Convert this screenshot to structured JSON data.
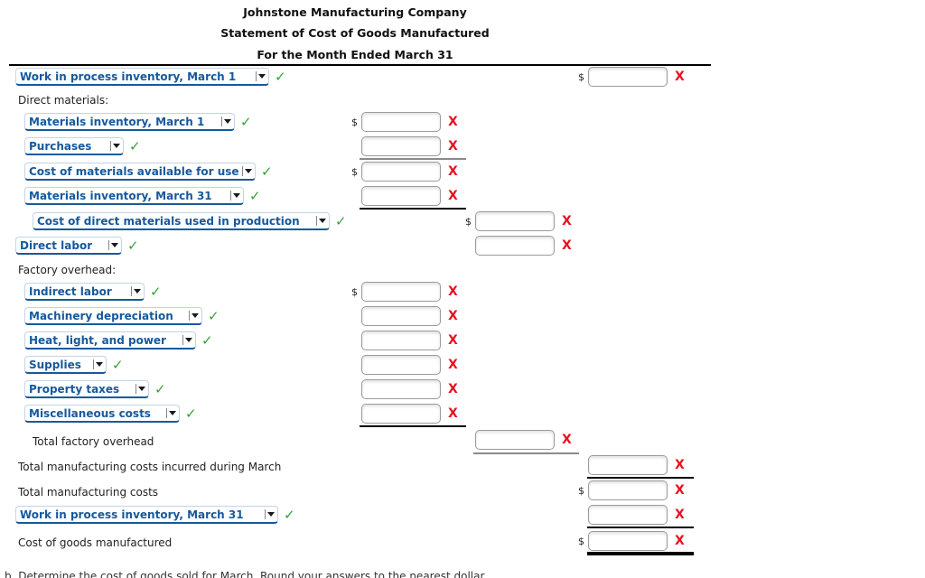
{
  "header": {
    "company": "Johnstone Manufacturing Company",
    "statement": "Statement of Cost of Goods Manufactured",
    "period": "For the Month Ended March 31"
  },
  "symbols": {
    "dollar": "$",
    "correct": "✓",
    "incorrect": "X"
  },
  "colors": {
    "accent_blue": "#16599d",
    "correct_green": "#38a038",
    "incorrect_red": "#e8121f"
  },
  "fields": {
    "amount_value": "",
    "amount_placeholder": ""
  },
  "rows": {
    "r1": {
      "label": "Work in process inventory, March 1"
    },
    "r2": {
      "label": "Direct materials:"
    },
    "r3": {
      "label": "Materials inventory, March 1"
    },
    "r4": {
      "label": "Purchases"
    },
    "r5": {
      "label": "Cost of materials available for use"
    },
    "r6": {
      "label": "Materials inventory, March 31"
    },
    "r7": {
      "label": "Cost of direct materials used in production"
    },
    "r8": {
      "label": "Direct labor"
    },
    "r9": {
      "label": "Factory overhead:"
    },
    "r10": {
      "label": "Indirect labor"
    },
    "r11": {
      "label": "Machinery depreciation"
    },
    "r12": {
      "label": "Heat, light, and power"
    },
    "r13": {
      "label": "Supplies"
    },
    "r14": {
      "label": "Property taxes"
    },
    "r15": {
      "label": "Miscellaneous costs"
    },
    "r16": {
      "label": "Total factory overhead"
    },
    "r17": {
      "label": "Total manufacturing costs incurred during March"
    },
    "r18": {
      "label": "Total manufacturing costs"
    },
    "r19": {
      "label": "Work in process inventory, March 31"
    },
    "r20": {
      "label": "Cost of goods manufactured"
    }
  },
  "footer": {
    "note": "b. Determine the cost of goods sold for March. Round your answers to the nearest dollar."
  }
}
